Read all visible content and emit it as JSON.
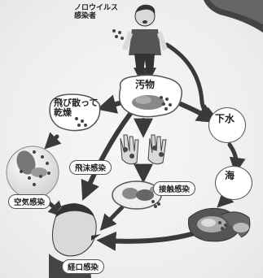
{
  "labels": {
    "infected_person": "ノロウイルス\n感染者",
    "contaminant": "汚物",
    "scattered_dried": "飛び散って\n乾燥",
    "sewage": "下水",
    "sea": "海",
    "airborne": "空気感染",
    "droplet": "飛沫感染",
    "contact": "接触感染",
    "oral": "経口感染"
  },
  "colors": {
    "arrow": "#3a3a3a",
    "skin": "#d9d9d9",
    "shirt": "#555555",
    "pants": "#333333"
  }
}
